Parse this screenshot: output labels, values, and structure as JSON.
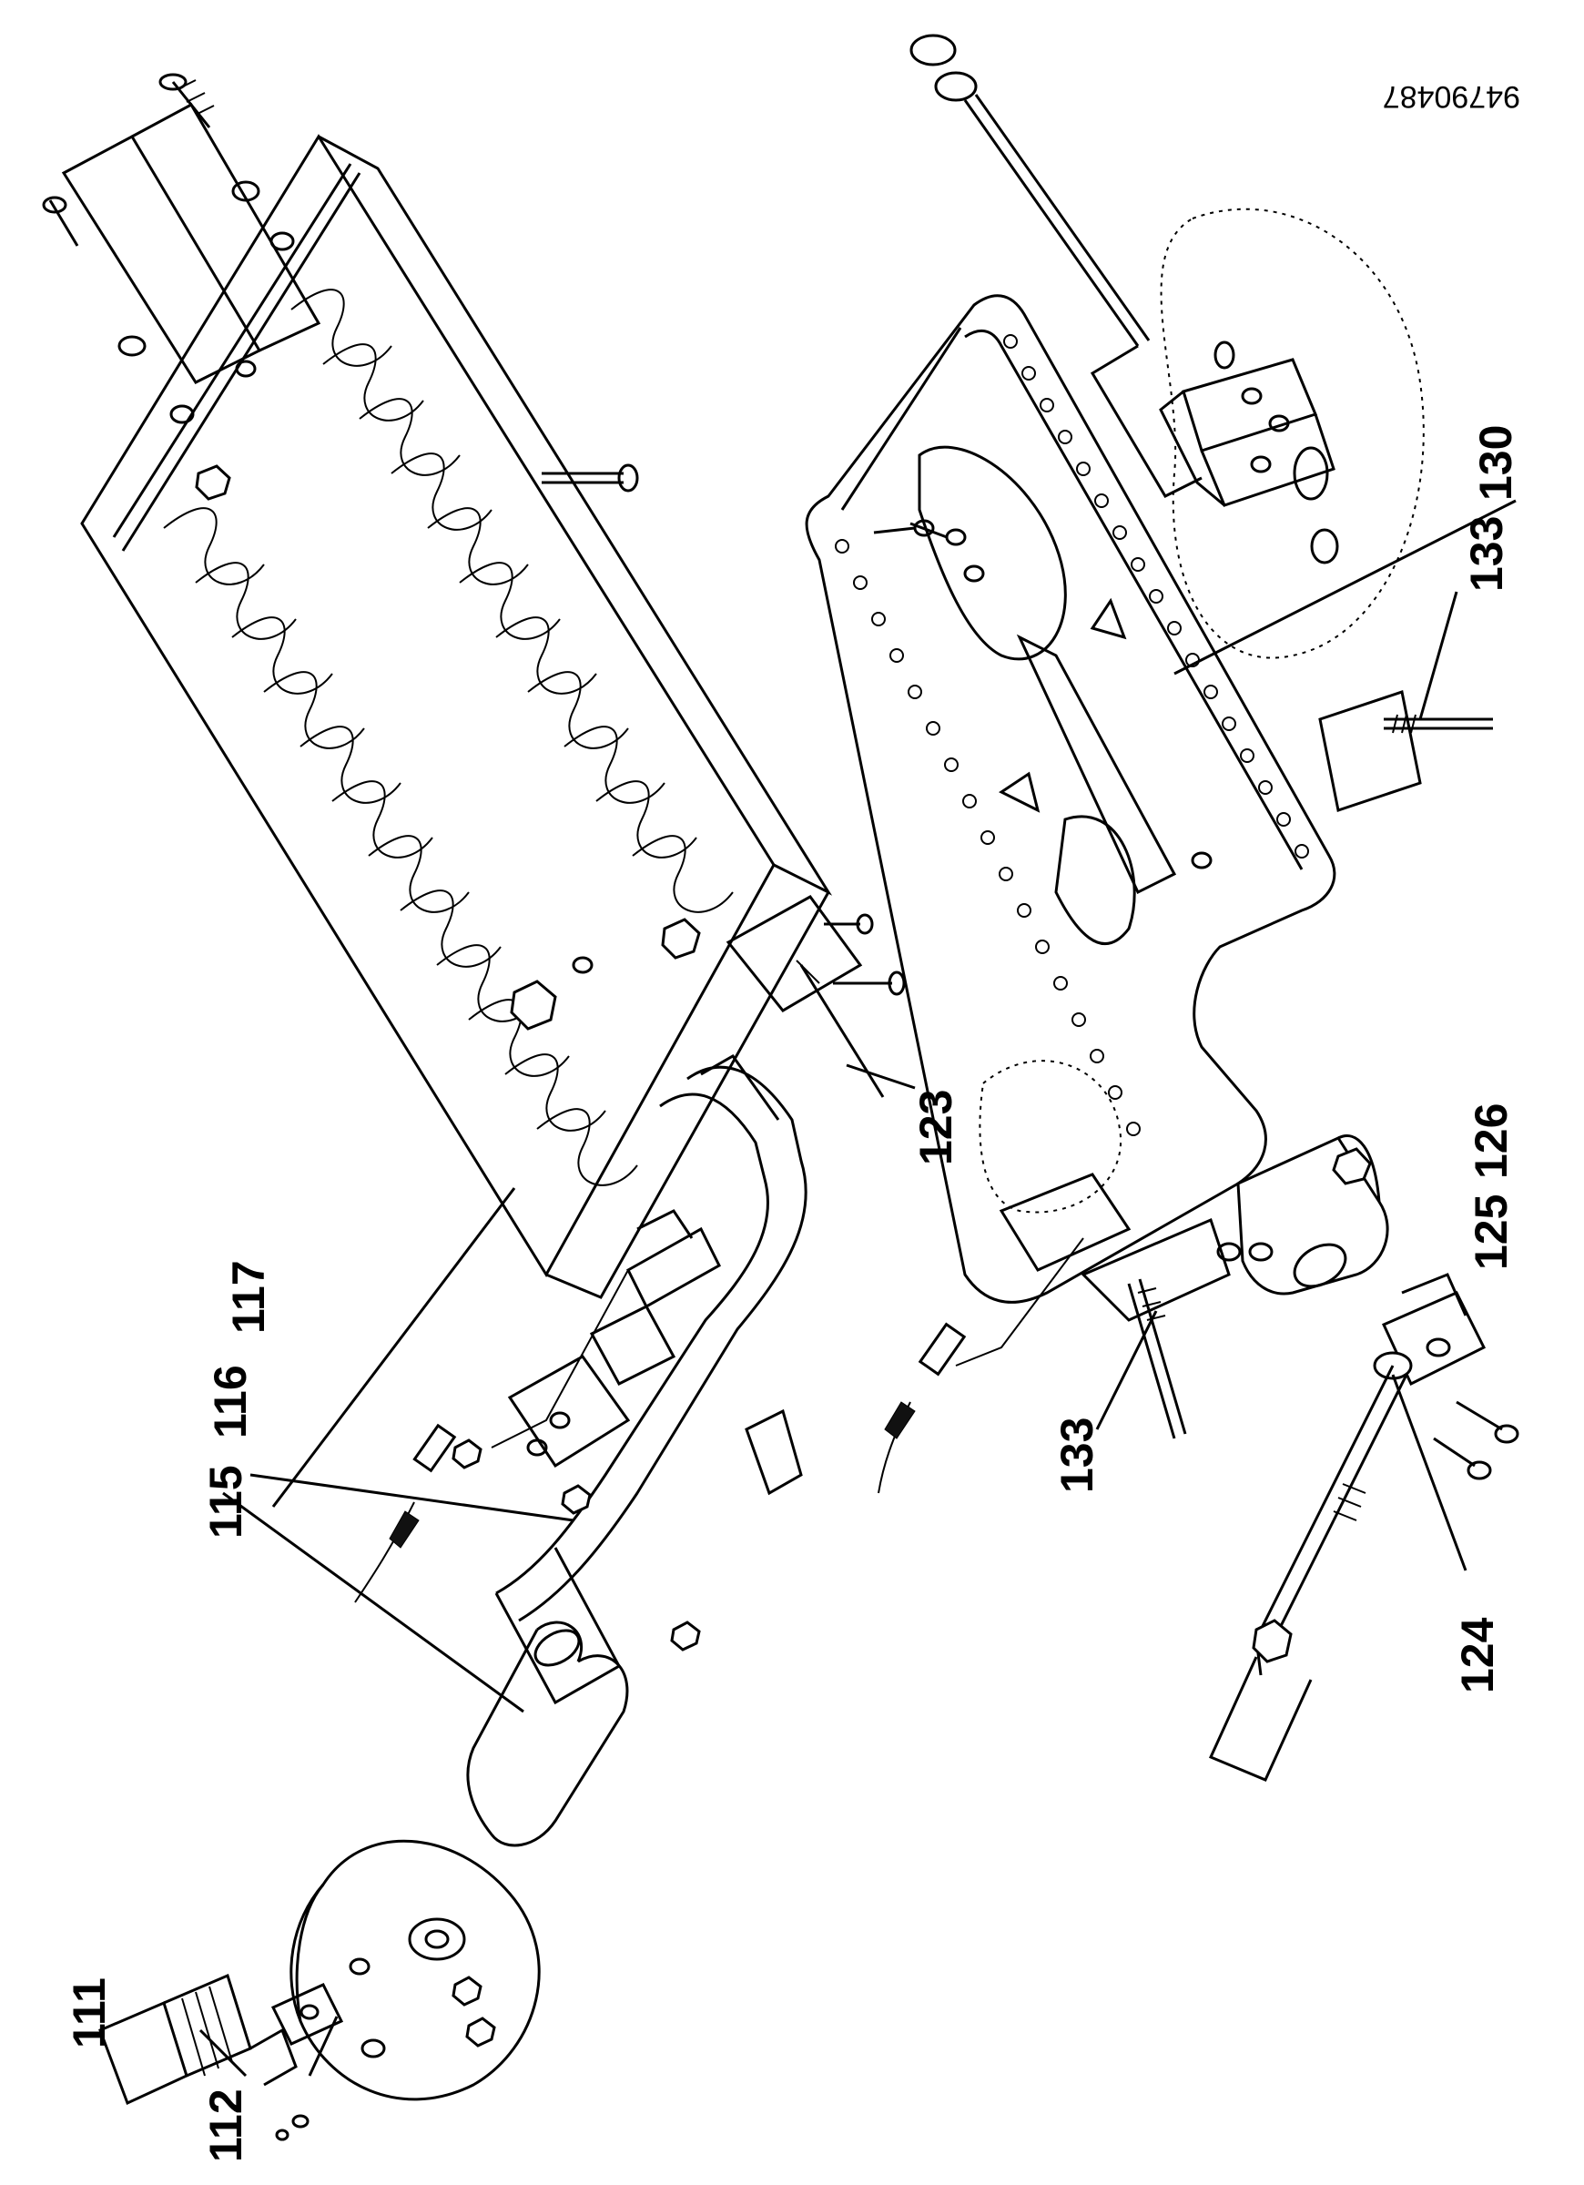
{
  "document": {
    "number": "94790487"
  },
  "callouts": [
    {
      "id": "111",
      "text": "111"
    },
    {
      "id": "112",
      "text": "112"
    },
    {
      "id": "115",
      "text": "115"
    },
    {
      "id": "116",
      "text": "116"
    },
    {
      "id": "117",
      "text": "117"
    },
    {
      "id": "123",
      "text": "123"
    },
    {
      "id": "124",
      "text": "124"
    },
    {
      "id": "125",
      "text": "125"
    },
    {
      "id": "126",
      "text": "126"
    },
    {
      "id": "130",
      "text": "130"
    },
    {
      "id": "133a",
      "text": "133"
    },
    {
      "id": "133b",
      "text": "133"
    }
  ]
}
